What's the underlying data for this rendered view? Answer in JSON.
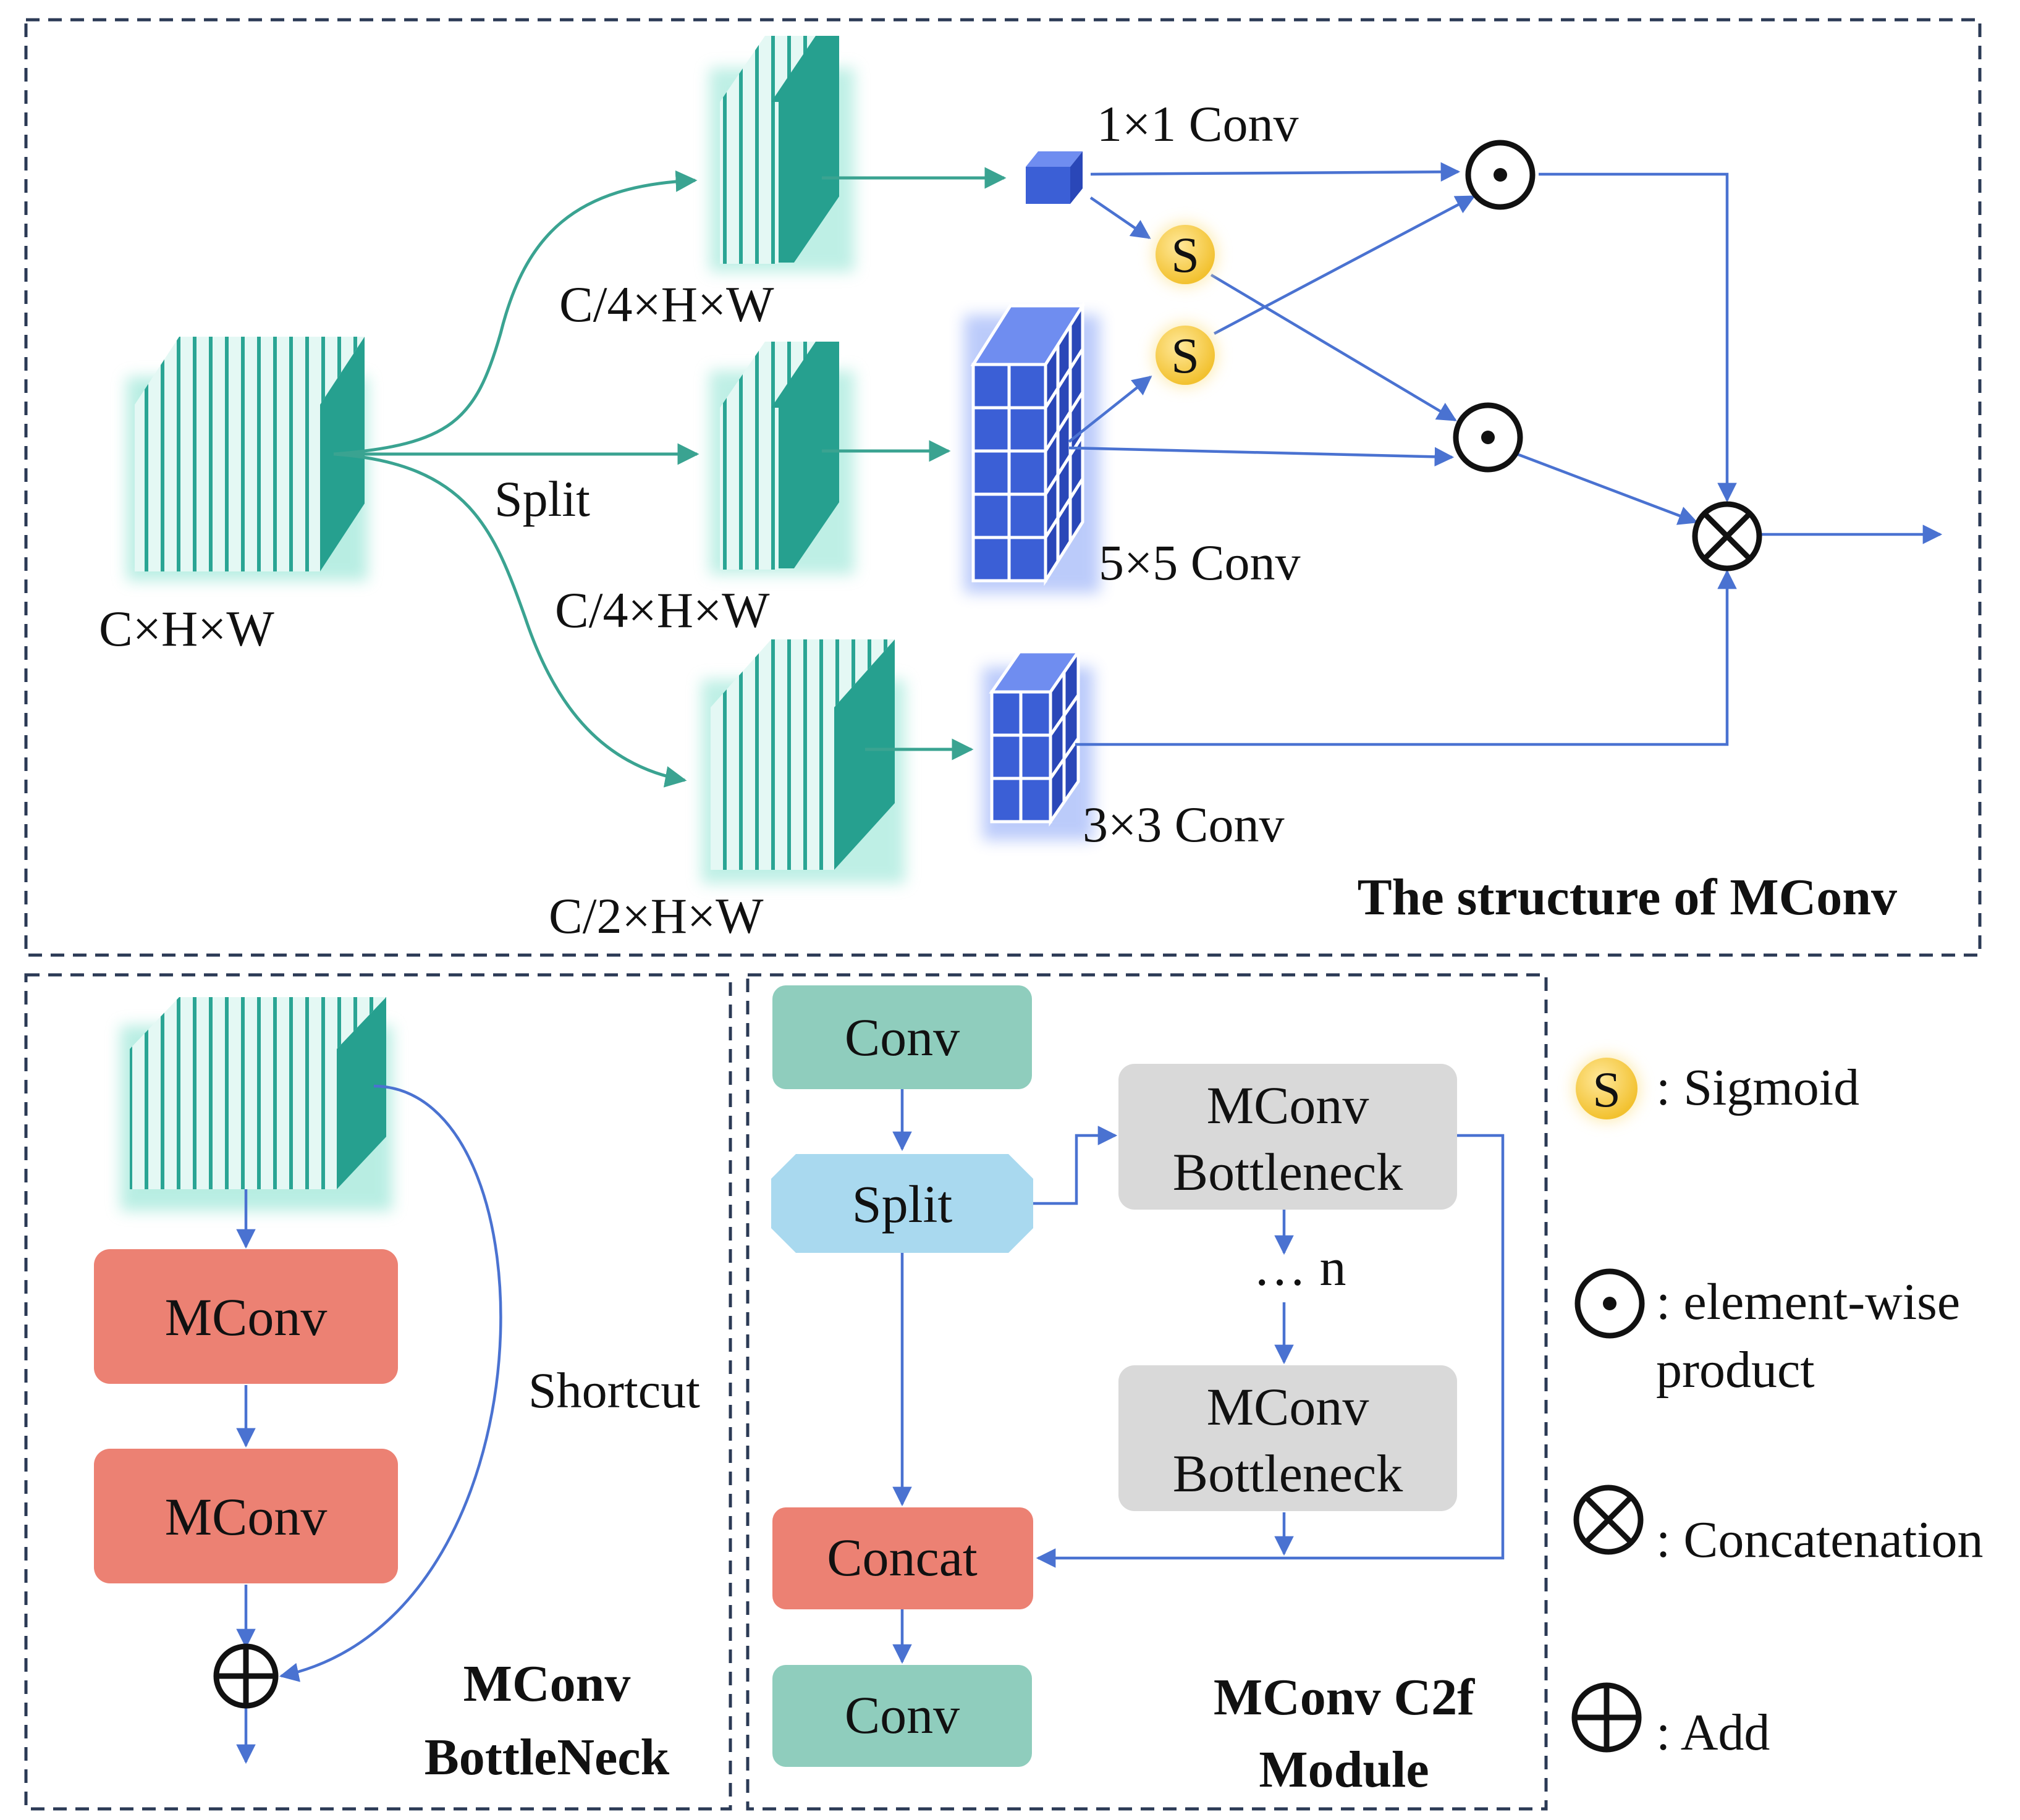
{
  "mconv_structure": {
    "title": "The structure of MConv",
    "input_label": "C×H×W",
    "split_label": "Split",
    "branch_labels": [
      "C/4×H×W",
      "C/4×H×W",
      "C/2×H×W"
    ],
    "conv_labels": [
      "1×1 Conv",
      "5×5 Conv",
      "3×3 Conv"
    ],
    "sigmoid_symbol": "S"
  },
  "bottleneck": {
    "title_line1": "MConv",
    "title_line2": "BottleNeck",
    "block1": "MConv",
    "block2": "MConv",
    "shortcut_label": "Shortcut"
  },
  "c2f": {
    "title_line1": "MConv C2f",
    "title_line2": "Module",
    "conv_top": "Conv",
    "split": "Split",
    "bottleneck1_line1": "MConv",
    "bottleneck1_line2": "Bottleneck",
    "repeat_label": "… n",
    "bottleneck2_line1": "MConv",
    "bottleneck2_line2": "Bottleneck",
    "concat": "Concat",
    "conv_bottom": "Conv"
  },
  "legend": {
    "sigmoid_symbol": "S",
    "sigmoid": ": Sigmoid",
    "elementwise_line1": ": element-wise",
    "elementwise_line2": "product",
    "concatenation": ": Concatenation",
    "add": ": Add"
  },
  "colors": {
    "teal": "#26a08f",
    "teal_light": "#dcf6f1",
    "blue_cube": "#3b5fd6",
    "arrow_blue": "#4a72d1",
    "arrow_teal": "#3aa391",
    "sigmoid_fill": "#f7cf3e",
    "conv_box": "#8fcdbd",
    "split_box": "#a9d9ef",
    "mconv_box": "#ec8173",
    "bottleneck_box": "#d9d9d9",
    "dash_border": "#2b3a55"
  }
}
